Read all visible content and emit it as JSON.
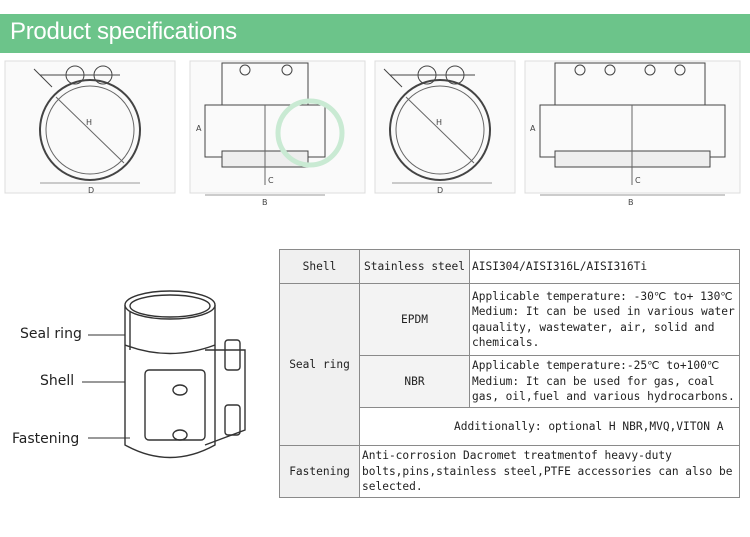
{
  "header": {
    "title": "Product specifications"
  },
  "drawings": {
    "labels": {
      "h": "H",
      "d": "D",
      "a": "A",
      "b": "B",
      "c": "C"
    }
  },
  "product": {
    "callouts": {
      "seal_ring": "Seal ring",
      "shell": "Shell",
      "fastening": "Fastening"
    }
  },
  "spec_table": {
    "shell": {
      "label": "Shell",
      "material": "Stainless steel",
      "value": "AISI304/AISI316L/AISI316Ti"
    },
    "seal_ring": {
      "label": "Seal ring",
      "epdm": {
        "name": "EPDM",
        "line1": "Applicable temperature: -30℃ to+ 130℃",
        "line2": "Medium: It can be used in various water",
        "line3": "qauality, wastewater, air, solid and",
        "line4": "chemicals."
      },
      "nbr": {
        "name": "NBR",
        "line1": "Applicable temperature:-25℃ to+100℃",
        "line2": "Medium: It can be used for gas, coal",
        "line3": "gas, oil,fuel and various hydrocarbons."
      },
      "additionally": {
        "label": "Additionally:",
        "value": "optional H NBR,MVQ,VITON A"
      }
    },
    "fastening": {
      "label": "Fastening",
      "line1": "Anti-corrosion Dacromet treatmentof heavy-duty",
      "line2": "bolts,pins,stainless steel,PTFE accessories can also be",
      "line3": "selected."
    }
  },
  "colors": {
    "banner": "#6cc48a",
    "watermark": "#c9ead3",
    "line": "#555555"
  }
}
